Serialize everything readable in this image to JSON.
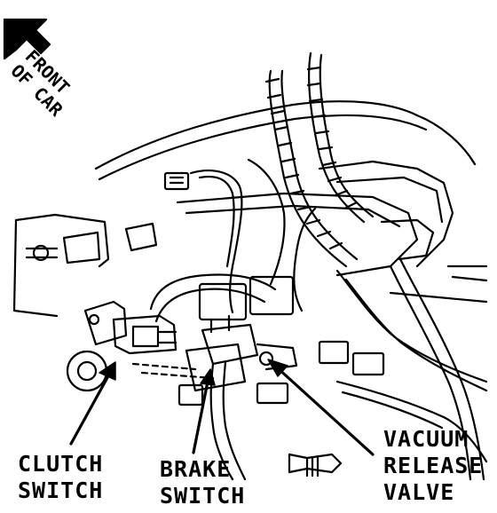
{
  "orientation": {
    "line1": "FRONT",
    "line2": "OF CAR"
  },
  "callouts": {
    "clutch_switch": {
      "line1": "CLUTCH",
      "line2": "SWITCH"
    },
    "brake_switch": {
      "line1": "BRAKE",
      "line2": "SWITCH"
    },
    "vacuum_release_valve": {
      "line1": "VACUUM",
      "line2": "RELEASE",
      "line3": "VALVE"
    }
  },
  "colors": {
    "ink": "#000000",
    "paper": "#ffffff"
  }
}
